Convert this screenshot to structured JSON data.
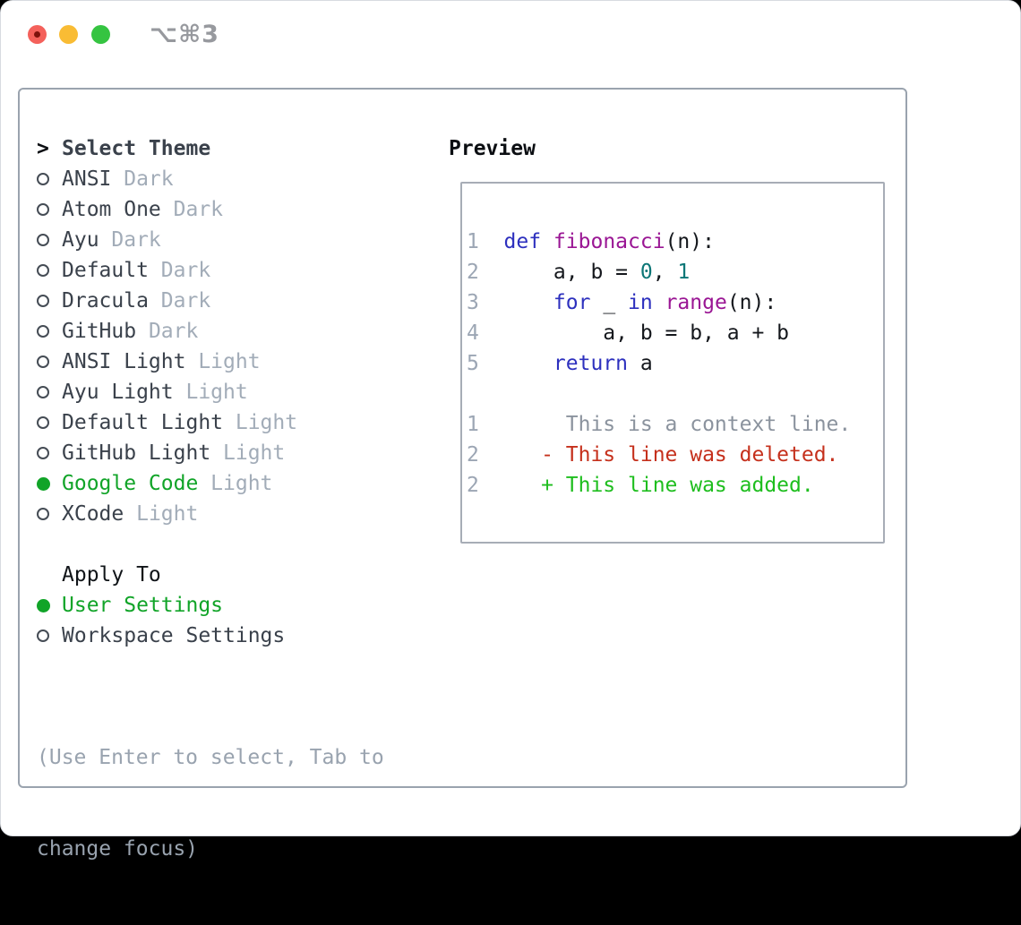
{
  "window": {
    "title": "⌥⌘3"
  },
  "theme_picker": {
    "cursor": ">",
    "header": "Select Theme",
    "items": [
      {
        "name": "ANSI",
        "variant": "Dark",
        "selected": false
      },
      {
        "name": "Atom One",
        "variant": "Dark",
        "selected": false
      },
      {
        "name": "Ayu",
        "variant": "Dark",
        "selected": false
      },
      {
        "name": "Default",
        "variant": "Dark",
        "selected": false
      },
      {
        "name": "Dracula",
        "variant": "Dark",
        "selected": false
      },
      {
        "name": "GitHub",
        "variant": "Dark",
        "selected": false
      },
      {
        "name": "ANSI Light",
        "variant": "Light",
        "selected": false
      },
      {
        "name": "Ayu Light",
        "variant": "Light",
        "selected": false
      },
      {
        "name": "Default Light",
        "variant": "Light",
        "selected": false
      },
      {
        "name": "GitHub Light",
        "variant": "Light",
        "selected": false
      },
      {
        "name": "Google Code",
        "variant": "Light",
        "selected": true
      },
      {
        "name": "XCode",
        "variant": "Light",
        "selected": false
      }
    ]
  },
  "apply_to": {
    "header": "Apply To",
    "options": [
      {
        "label": "User Settings",
        "selected": true
      },
      {
        "label": "Workspace Settings",
        "selected": false
      }
    ]
  },
  "help": {
    "lines": [
      "(Use Enter to select, Tab to",
      "change focus)"
    ]
  },
  "preview": {
    "title": "Preview",
    "lines": [
      {
        "n": "1",
        "tokens": [
          [
            "kw",
            "def"
          ],
          [
            "pl",
            " "
          ],
          [
            "fn",
            "fibonacci"
          ],
          [
            "pl",
            "(n):"
          ]
        ]
      },
      {
        "n": "2",
        "tokens": [
          [
            "pl",
            "    a, b = "
          ],
          [
            "num",
            "0"
          ],
          [
            "pl",
            ", "
          ],
          [
            "num",
            "1"
          ]
        ]
      },
      {
        "n": "3",
        "tokens": [
          [
            "pl",
            "    "
          ],
          [
            "kw",
            "for"
          ],
          [
            "pl",
            " _ "
          ],
          [
            "kw",
            "in"
          ],
          [
            "pl",
            " "
          ],
          [
            "fn",
            "range"
          ],
          [
            "pl",
            "(n):"
          ]
        ]
      },
      {
        "n": "4",
        "tokens": [
          [
            "pl",
            "        a, b = b, a + b"
          ]
        ]
      },
      {
        "n": "5",
        "tokens": [
          [
            "pl",
            "    "
          ],
          [
            "kw",
            "return"
          ],
          [
            "pl",
            " a"
          ]
        ]
      },
      {
        "n": "",
        "tokens": []
      },
      {
        "n": "1",
        "tokens": [
          [
            "ctx",
            "     This is a context line."
          ]
        ]
      },
      {
        "n": "2",
        "tokens": [
          [
            "del",
            "   - This line was deleted."
          ]
        ]
      },
      {
        "n": "2",
        "tokens": [
          [
            "add",
            "   + This line was added."
          ]
        ]
      }
    ]
  },
  "colors": {
    "ui_green": "#11A428",
    "added_green": "#1EBE1E",
    "deleted_red": "#C5301C",
    "keyword_blue": "#2D30BE",
    "function_purple": "#9A1694",
    "number_teal": "#0C7676",
    "code_text": "#14171C",
    "line_number_gray": "#9CA6B4",
    "context_gray": "#8B939E",
    "item_text": "#3A414B",
    "tag_gray": "#A2ACB8",
    "help_gray": "#99A3AF",
    "radio_outline": "#454C55",
    "panel_border": "#9AA3AE",
    "preview_border": "#A7ADB6",
    "title_gray": "#97999E",
    "traffic_red": "#F4615B",
    "traffic_red_dot": "#7E120C",
    "traffic_yellow": "#F9BC34",
    "traffic_green": "#35C441"
  }
}
